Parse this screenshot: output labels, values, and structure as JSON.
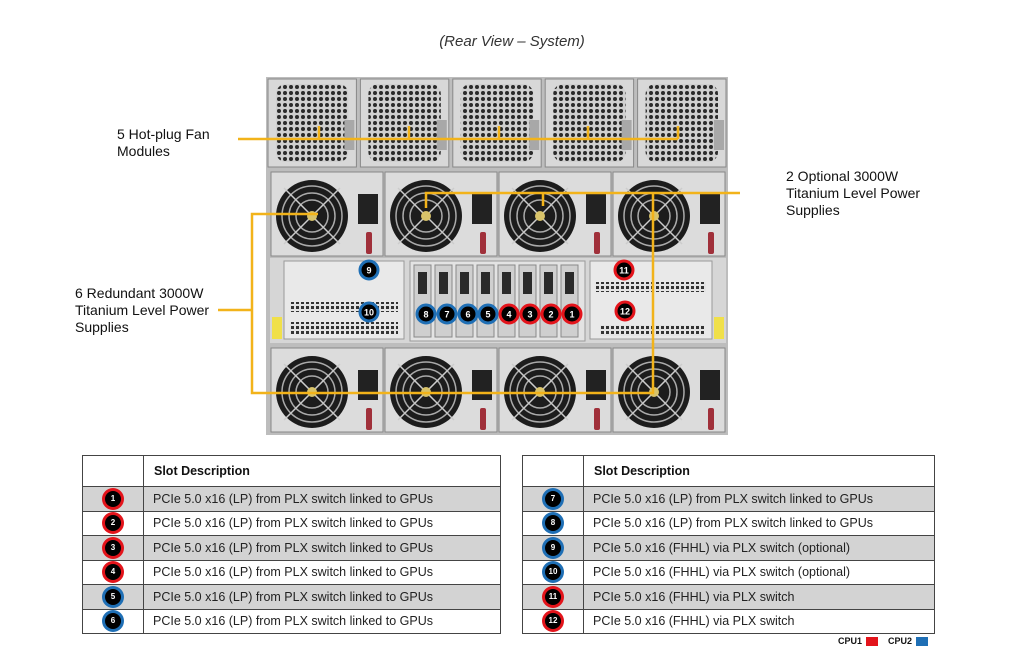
{
  "title": "(Rear View – System)",
  "colors": {
    "cpu1": "#e3141b",
    "cpu2": "#1f6fb5",
    "leader_line": "#f2b31a"
  },
  "callouts": {
    "fans": [
      "5 Hot-plug Fan",
      "Modules"
    ],
    "optional_psu": [
      "2 Optional 3000W",
      "Titanium Level Power",
      "Supplies"
    ],
    "redundant_psu": [
      "6 Redundant 3000W",
      "Titanium Level Power",
      "Supplies"
    ]
  },
  "chassis": {
    "fan_module_count": 5,
    "psu_top_count": 4,
    "psu_bottom_count": 4,
    "slot_markers": [
      {
        "label": "1",
        "cpu": "cpu1"
      },
      {
        "label": "2",
        "cpu": "cpu1"
      },
      {
        "label": "3",
        "cpu": "cpu1"
      },
      {
        "label": "4",
        "cpu": "cpu1"
      },
      {
        "label": "5",
        "cpu": "cpu2"
      },
      {
        "label": "6",
        "cpu": "cpu2"
      },
      {
        "label": "7",
        "cpu": "cpu2"
      },
      {
        "label": "8",
        "cpu": "cpu2"
      },
      {
        "label": "9",
        "cpu": "cpu2"
      },
      {
        "label": "10",
        "cpu": "cpu2"
      },
      {
        "label": "11",
        "cpu": "cpu1"
      },
      {
        "label": "12",
        "cpu": "cpu1"
      }
    ]
  },
  "tables": [
    {
      "header": "Slot Description",
      "rows": [
        {
          "slot": "1",
          "cpu": "cpu1",
          "desc": "PCIe 5.0 x16 (LP) from PLX switch linked to GPUs"
        },
        {
          "slot": "2",
          "cpu": "cpu1",
          "desc": "PCIe 5.0 x16 (LP) from PLX switch linked to GPUs"
        },
        {
          "slot": "3",
          "cpu": "cpu1",
          "desc": "PCIe 5.0 x16 (LP) from PLX switch linked to GPUs"
        },
        {
          "slot": "4",
          "cpu": "cpu1",
          "desc": "PCIe 5.0 x16 (LP) from PLX switch linked to GPUs"
        },
        {
          "slot": "5",
          "cpu": "cpu2",
          "desc": "PCIe 5.0 x16 (LP) from PLX switch linked to GPUs"
        },
        {
          "slot": "6",
          "cpu": "cpu2",
          "desc": "PCIe 5.0 x16 (LP) from PLX switch linked to GPUs"
        }
      ]
    },
    {
      "header": "Slot Description",
      "rows": [
        {
          "slot": "7",
          "cpu": "cpu2",
          "desc": "PCIe 5.0 x16 (LP) from PLX switch linked to GPUs"
        },
        {
          "slot": "8",
          "cpu": "cpu2",
          "desc": "PCIe 5.0 x16 (LP) from PLX switch linked to GPUs"
        },
        {
          "slot": "9",
          "cpu": "cpu2",
          "desc": "PCIe 5.0 x16 (FHHL) via PLX switch (optional)"
        },
        {
          "slot": "10",
          "cpu": "cpu2",
          "desc": "PCIe 5.0 x16 (FHHL) via PLX switch (optional)"
        },
        {
          "slot": "11",
          "cpu": "cpu1",
          "desc": "PCIe 5.0 x16 (FHHL) via PLX switch"
        },
        {
          "slot": "12",
          "cpu": "cpu1",
          "desc": "PCIe 5.0 x16 (FHHL) via PLX switch"
        }
      ]
    }
  ],
  "legend": [
    {
      "label": "CPU1",
      "cpu": "cpu1"
    },
    {
      "label": "CPU2",
      "cpu": "cpu2"
    }
  ]
}
